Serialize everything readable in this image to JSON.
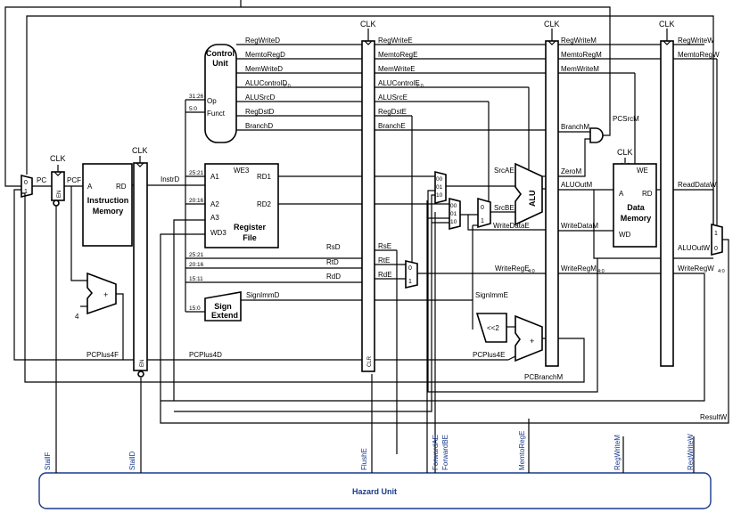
{
  "hazard": {
    "title": "Hazard Unit",
    "signals": [
      "StallF",
      "StallD",
      "FlushE",
      "ForwardAE",
      "ForwardBE",
      "MemtoRegE",
      "RegWriteM",
      "RegWriteW"
    ]
  },
  "clk": "CLK",
  "control": {
    "title1": "Control",
    "title2": "Unit",
    "op": "Op",
    "funct": "Funct",
    "in1": "31:26",
    "in2": "5:0"
  },
  "ctrl_d": [
    "RegWriteD",
    "MemtoRegD",
    "MemWriteD",
    "ALUControlD",
    "ALUSrcD",
    "RegDstD",
    "BranchD"
  ],
  "ctrl_e": [
    "RegWriteE",
    "MemtoRegE",
    "MemWriteE",
    "ALUControlE",
    "ALUSrcE",
    "RegDstE",
    "BranchE"
  ],
  "ctrl_m": [
    "RegWriteM",
    "MemtoRegM",
    "MemWriteM"
  ],
  "ctrl_w": [
    "RegWriteW",
    "MemtoRegW"
  ],
  "alucontrol_sub": "2:0",
  "fetch": {
    "pc": "PC",
    "pcf": "PCF",
    "imem1": "Instruction",
    "imem2": "Memory",
    "a": "A",
    "rd": "RD",
    "pcplus4f": "PCPlus4F",
    "four": "4",
    "plus": "+",
    "instrd": "InstrD",
    "en": "EN"
  },
  "regfile": {
    "a1": "A1",
    "a2": "A2",
    "a3": "A3",
    "wd3": "WD3",
    "we3": "WE3",
    "rd1": "RD1",
    "rd2": "RD2",
    "title1": "Register",
    "title2": "File",
    "f1": "25:21",
    "f2": "20:16"
  },
  "decode": {
    "b1": "25:21",
    "b2": "20:16",
    "b3": "15:11",
    "b4": "15:0",
    "rsd": "RsD",
    "rtd": "RtD",
    "rdd": "RdD",
    "se1": "Sign",
    "se2": "Extend",
    "signimmd": "SignImmD",
    "pcplus4d": "PCPlus4D",
    "clr": "CLR"
  },
  "execute": {
    "rse": "RsE",
    "rte": "RtE",
    "rde": "RdE",
    "srcae": "SrcAE",
    "srcbe": "SrcBE",
    "alu": "ALU",
    "writedatae": "WriteDataE",
    "writerege": "WriteRegE",
    "signimme": "SignImmE",
    "shift": "<<2",
    "pcplus4e": "PCPlus4E",
    "pcbranchm": "PCBranchM",
    "mux_labels": [
      "00",
      "01",
      "10"
    ],
    "mux2": [
      "0",
      "1"
    ],
    "writerege_sub": "4:0"
  },
  "memory": {
    "pcsrcm": "PCSrcM",
    "branchm": "BranchM",
    "zerom": "ZeroM",
    "aluoutm": "ALUOutM",
    "writedatam": "WriteDataM",
    "writeregm": "WriteRegM",
    "we": "WE",
    "a": "A",
    "rd": "RD",
    "wd": "WD",
    "title1": "Data",
    "title2": "Memory",
    "sub": "4:0"
  },
  "writeback": {
    "readdataw": "ReadDataW",
    "aluoutw": "ALUOutW",
    "writeregw": "WriteRegW",
    "resultw": "ResultW",
    "sub": "4:0"
  }
}
